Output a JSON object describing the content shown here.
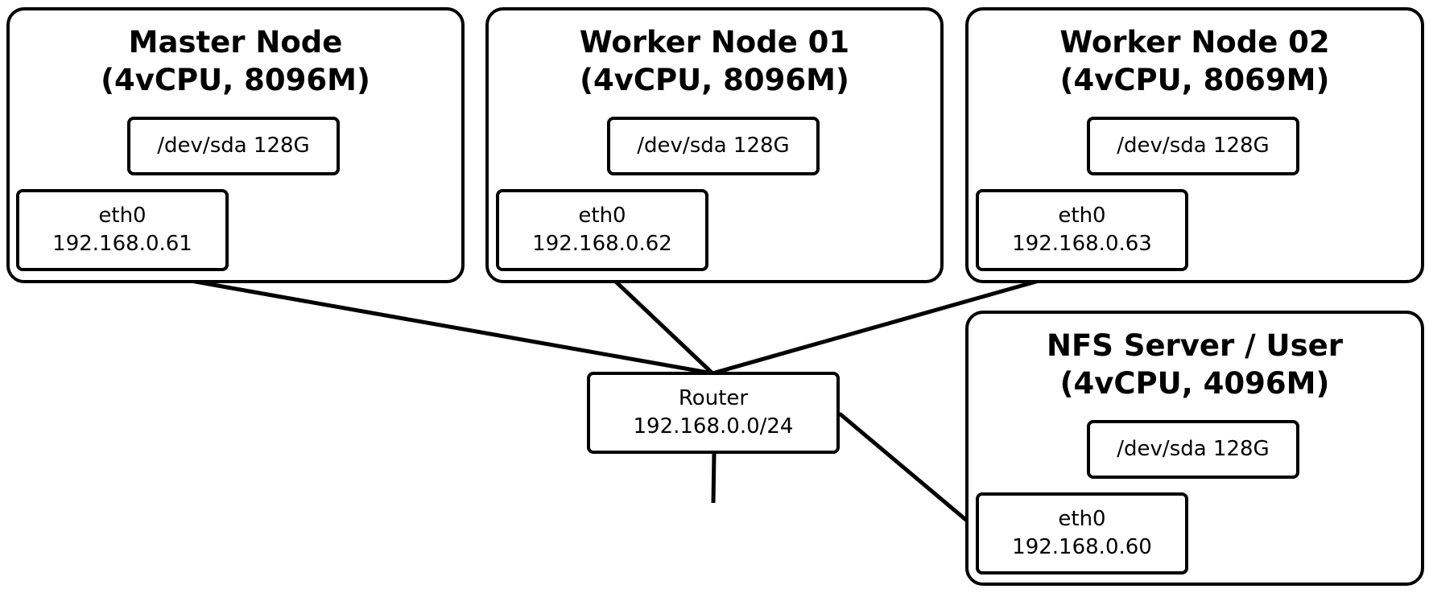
{
  "nodes": {
    "master": {
      "name": "Master Node",
      "spec": "(4vCPU, 8096M)",
      "disk": "/dev/sda 128G",
      "iface": "eth0",
      "ip": "192.168.0.61"
    },
    "worker01": {
      "name": "Worker Node 01",
      "spec": "(4vCPU, 8096M)",
      "disk": "/dev/sda 128G",
      "iface": "eth0",
      "ip": "192.168.0.62"
    },
    "worker02": {
      "name": "Worker Node 02",
      "spec": "(4vCPU, 8069M)",
      "disk": "/dev/sda 128G",
      "iface": "eth0",
      "ip": "192.168.0.63"
    },
    "nfs": {
      "name": "NFS Server / User",
      "spec": "(4vCPU, 4096M)",
      "disk": "/dev/sda 128G",
      "iface": "eth0",
      "ip": "192.168.0.60"
    }
  },
  "router": {
    "name": "Router",
    "subnet": "192.168.0.0/24"
  },
  "colors": {
    "stroke": "#000000",
    "background": "#ffffff"
  }
}
